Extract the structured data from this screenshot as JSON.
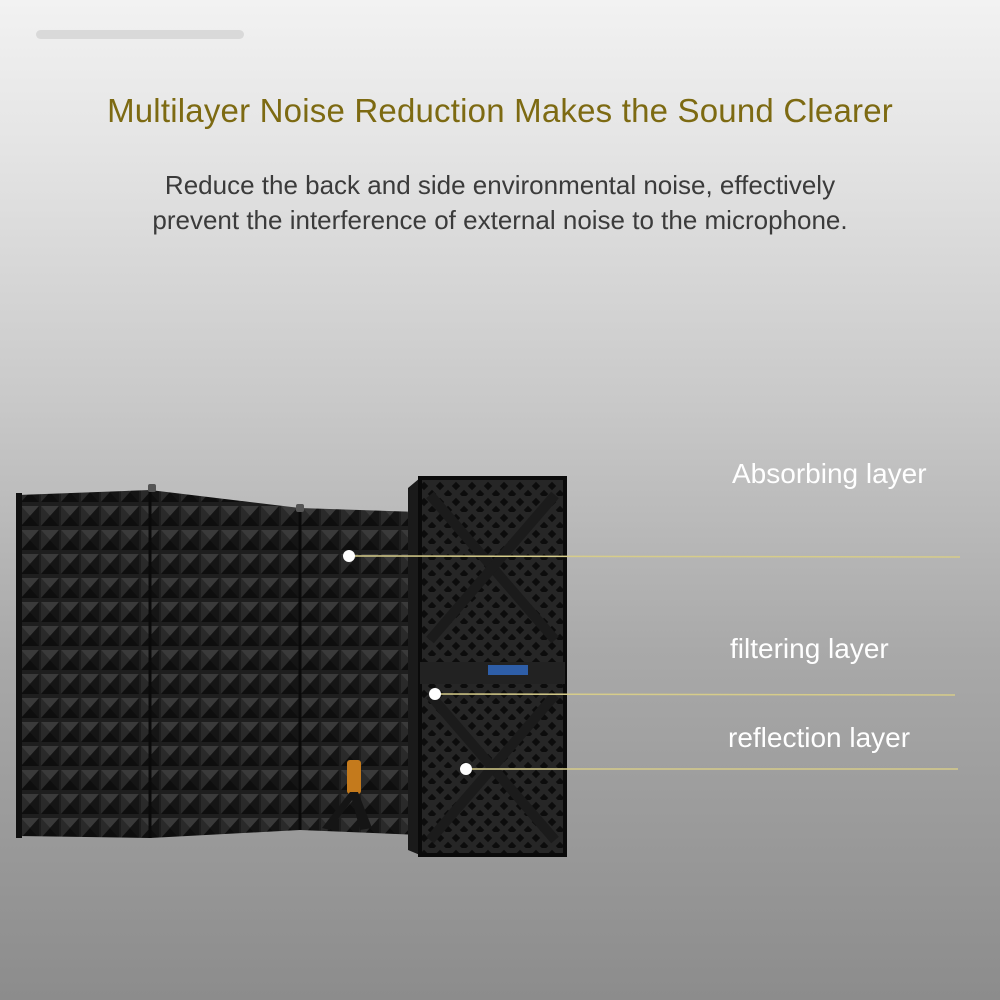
{
  "header": {
    "title": "Multilayer Noise Reduction Makes the Sound Clearer",
    "description_line1": "Reduce the back and side environmental noise, effectively",
    "description_line2": "prevent the interference of external noise to the microphone."
  },
  "callouts": [
    {
      "label": "Absorbing layer"
    },
    {
      "label": "filtering layer"
    },
    {
      "label": "reflection layer"
    }
  ],
  "colors": {
    "headline": "#7d6a12",
    "callout_line": "#d6cc8a",
    "foam": "#2b2b2b",
    "panel": "#1f1f1f",
    "knob": "#c47a1c"
  }
}
